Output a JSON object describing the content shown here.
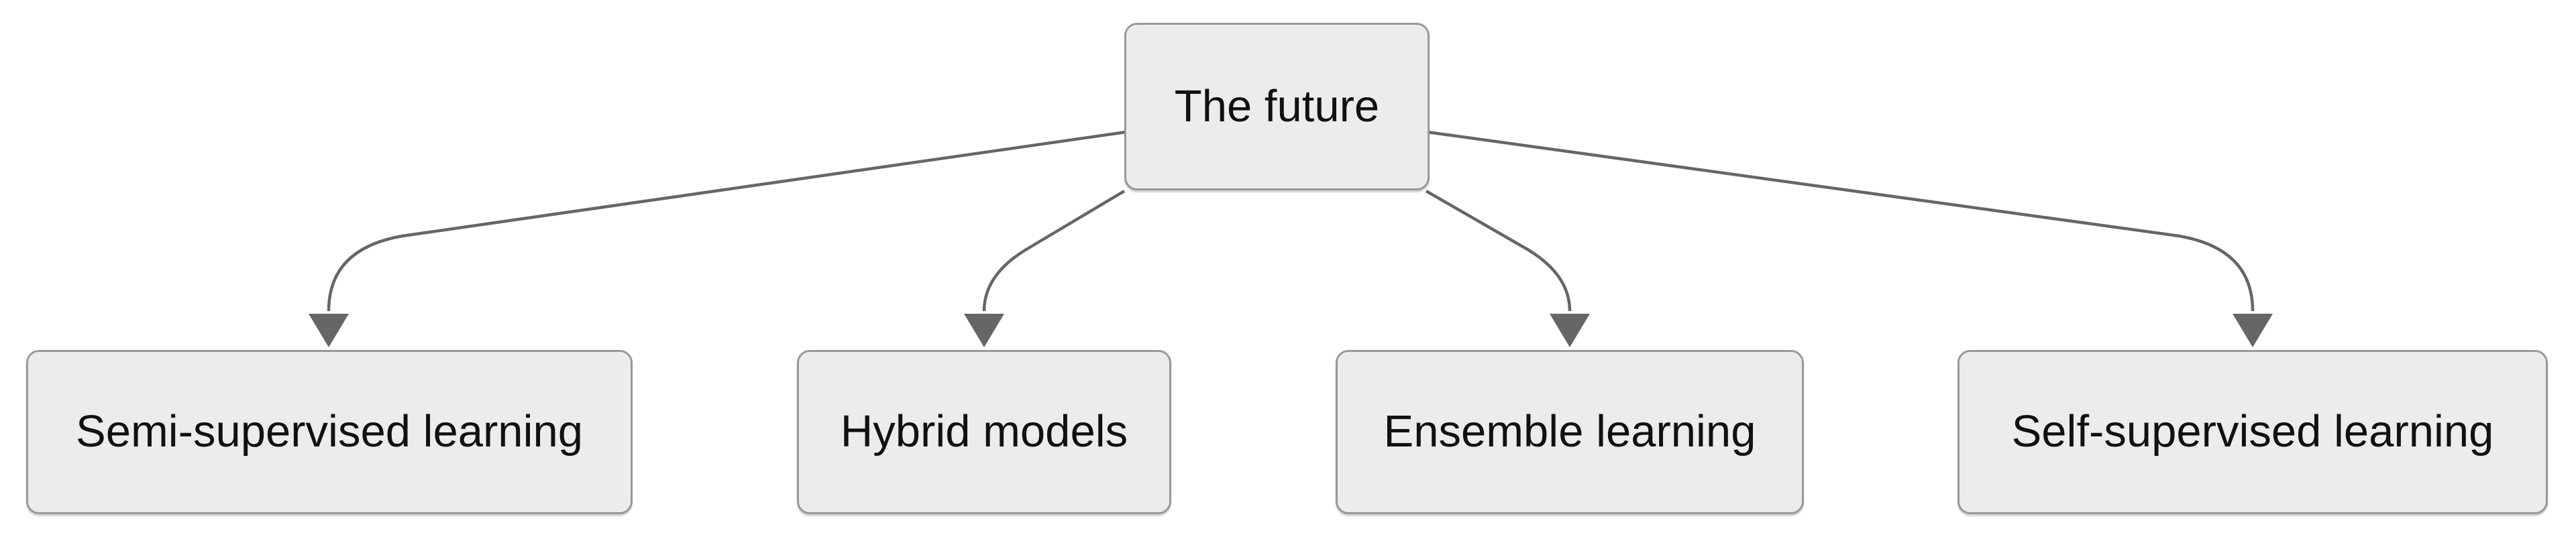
{
  "diagram": {
    "type": "flowchart",
    "direction": "top-down",
    "root": {
      "label": "The future"
    },
    "children": [
      {
        "label": "Semi-supervised learning"
      },
      {
        "label": "Hybrid models"
      },
      {
        "label": "Ensemble learning"
      },
      {
        "label": "Self-supervised learning"
      }
    ],
    "edges": [
      {
        "from": "The future",
        "to": "Semi-supervised learning"
      },
      {
        "from": "The future",
        "to": "Hybrid models"
      },
      {
        "from": "The future",
        "to": "Ensemble learning"
      },
      {
        "from": "The future",
        "to": "Self-supervised learning"
      }
    ],
    "colors": {
      "background": "#ffffff",
      "node_fill": "#ececec",
      "node_border": "#999999",
      "edge_line": "#666666",
      "arrowhead": "#666666",
      "text": "#111111"
    }
  }
}
